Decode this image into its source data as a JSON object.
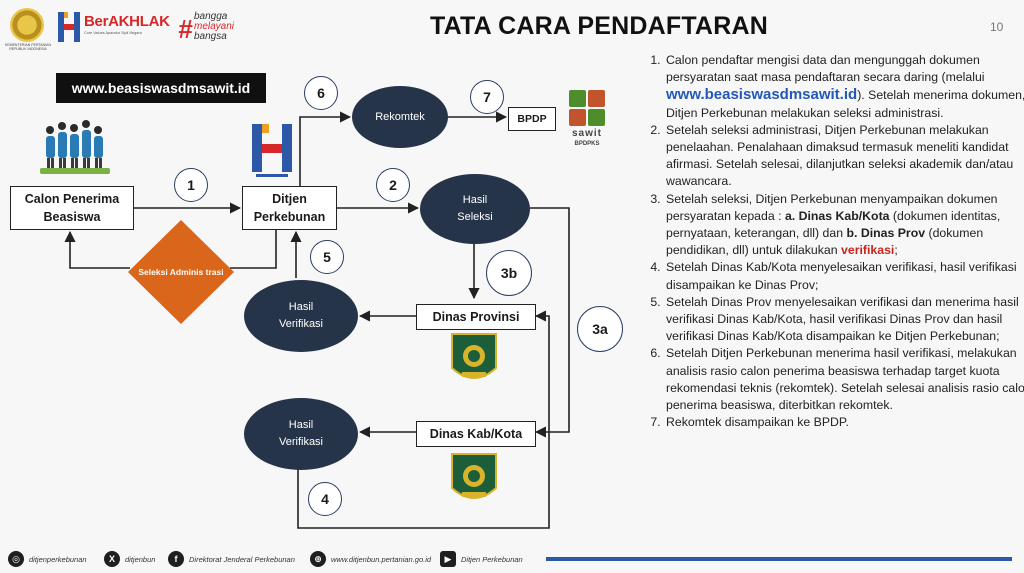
{
  "header": {
    "title": "TATA CARA PENDAFTARAN",
    "page_number": "10",
    "org_subtitle": "KEMENTERIAN PERTANIAN REPUBLIK INDONESIA",
    "berakhlak": "BerAKHLAK",
    "berakhlak_subtitle": "Core Values Aparatur Sipil Negara",
    "bangga_1": "bangga",
    "bangga_2": "melayani",
    "bangga_3": "bangsa",
    "url_box": "www.beasiswasdmsawit.id"
  },
  "diagram": {
    "calon_penerima": "Calon Penerima Beasiswa",
    "ditjen": "Ditjen Perkebunan",
    "rekomtek": "Rekomtek",
    "bpdp": "BPDP",
    "hasil_seleksi": "Hasil Seleksi",
    "seleksi_admin": "Seleksi Adminis trasi",
    "hasil_verifikasi_1": "Hasil Verifikasi",
    "hasil_verifikasi_2": "Hasil Verifikasi",
    "dinas_provinsi": "Dinas Provinsi",
    "dinas_kabkota": "Dinas Kab/Kota",
    "sawit_text": "sawit",
    "sawit_sub": "BPDPKS",
    "labels": {
      "n1": "1",
      "n2": "2",
      "n3a": "3a",
      "n3b": "3b",
      "n4": "4",
      "n5": "5",
      "n6": "6",
      "n7": "7"
    },
    "colors": {
      "node": "#26344a",
      "diamond": "#d9661a",
      "arrow": "#222222"
    }
  },
  "steps": {
    "s1_a": "Calon pendaftar mengisi data dan mengunggah dokumen persyaratan saat masa pendaftaran secara daring (melalui ",
    "s1_url": "www.beasiswasdmsawit.id",
    "s1_b": "). Setelah menerima dokumen, Ditjen Perkebunan melakukan seleksi administrasi.",
    "s2": "Setelah seleksi administrasi, Ditjen Perkebunan melakukan penelaahan. Penalahaan dimaksud termasuk meneliti kandidat afirmasi. Setelah selesai, dilanjutkan seleksi akademik dan/atau wawancara.",
    "s3_a": "Setelah seleksi, Ditjen Perkebunan menyampaikan dokumen persyaratan kepada : ",
    "s3_b1": "a. Dinas Kab/Kota",
    "s3_c": " (dokumen identitas, pernyataan, keterangan, dll) dan ",
    "s3_b2": "b. Dinas Prov",
    "s3_d": " (dokumen pendidikan, dll) untuk dilakukan ",
    "s3_verif": "verifikasi",
    "s3_e": ";",
    "s4": "Setelah Dinas Kab/Kota menyelesaikan verifikasi, hasil verifikasi disampaikan ke Dinas Prov;",
    "s5": "Setelah Dinas Prov menyelesaikan verifikasi dan menerima hasil verifikasi Dinas Kab/Kota, hasil verifikasi Dinas Prov dan hasil verifikasi Dinas Kab/Kota disampaikan ke Ditjen Perkebunan;",
    "s6": "Setelah Ditjen Perkebunan menerima hasil verifikasi, melakukan analisis rasio calon penerima beasiswa terhadap target kuota rekomendasi teknis (rekomtek). Setelah selesai analisis rasio calon penerima beasiswa, diterbitkan rekomtek.",
    "s7": "Rekomtek disampaikan ke BPDP."
  },
  "footer": {
    "instagram": "ditjenperkebunan",
    "x": "ditjenbun",
    "facebook": "Direktorat Jenderal Perkebunan",
    "web": "www.ditjenbun.pertanian.go.id",
    "youtube": "Ditjen Perkebunan",
    "icons": [
      "instagram-icon",
      "x-icon",
      "facebook-icon",
      "globe-icon",
      "youtube-icon"
    ]
  }
}
